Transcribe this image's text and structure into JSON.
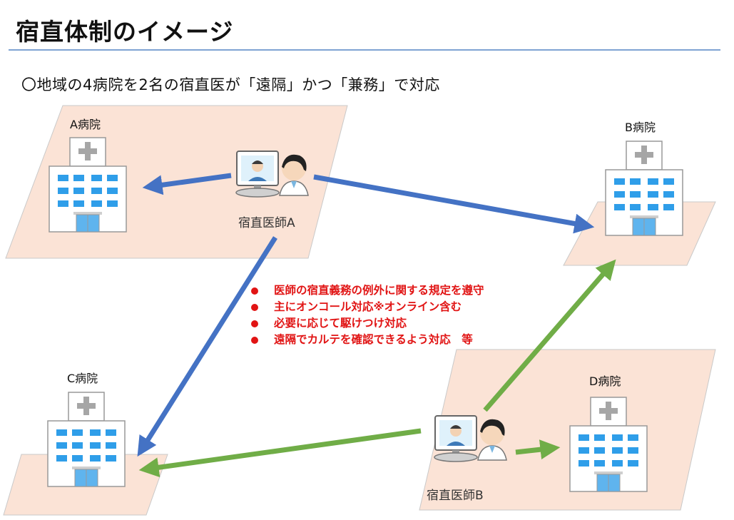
{
  "title": "宿直体制のイメージ",
  "subtitle": "〇地域の4病院を2名の宿直医が「遠隔」かつ「兼務」で対応",
  "hospitals": [
    {
      "id": "A",
      "label": "A病院"
    },
    {
      "id": "B",
      "label": "B病院"
    },
    {
      "id": "C",
      "label": "C病院"
    },
    {
      "id": "D",
      "label": "D病院"
    }
  ],
  "doctors": [
    {
      "id": "A",
      "label": "宿直医師A"
    },
    {
      "id": "B",
      "label": "宿直医師B"
    }
  ],
  "notes": [
    "医師の宿直義務の例外に関する規定を遵守",
    "主にオンコール対応※オンライン含む",
    "必要に応じて駆けつけ対応",
    "遠隔でカルテを確認できるよう対応　等"
  ],
  "colors": {
    "doctor_a_arrows": "#4472c4",
    "doctor_b_arrows": "#70ad47",
    "notes_text": "#e11414",
    "ground": "#fbe3d6",
    "window": "#2f9ee9"
  },
  "icons": [
    "hospital-building-icon",
    "doctor-video-call-icon"
  ]
}
